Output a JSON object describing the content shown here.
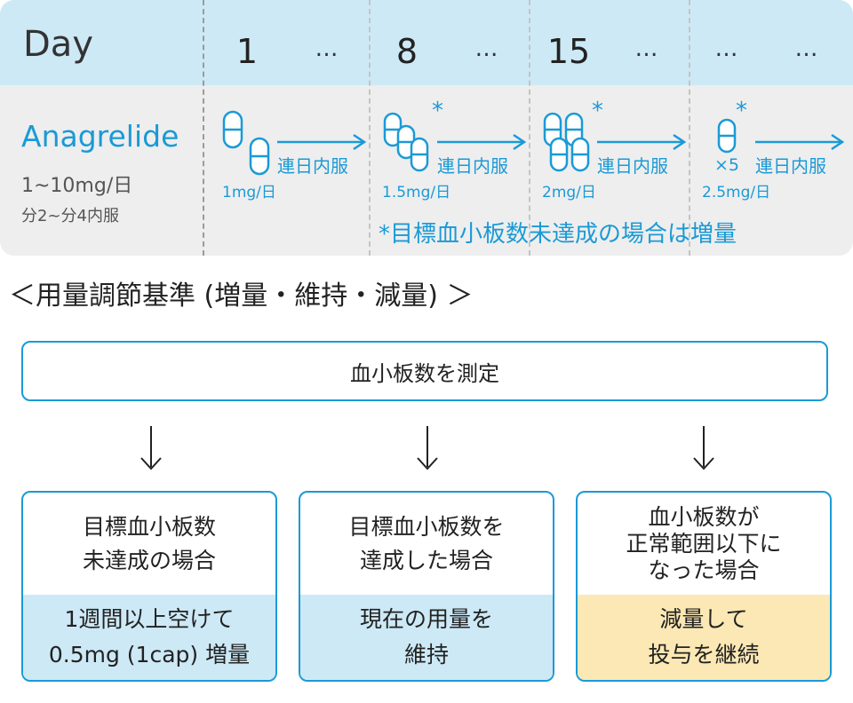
{
  "schedule": {
    "day_label": "Day",
    "days": [
      "1",
      "8",
      "15"
    ],
    "ellipsis": "…",
    "drug": {
      "name": "Anagrelide",
      "dose_range": "1~10mg/日",
      "administration": "分2~分4内服"
    },
    "steps": [
      {
        "capsules": 2,
        "arrow_label": "連日内服",
        "dose": "1mg/日",
        "star": false
      },
      {
        "capsules": 3,
        "arrow_label": "連日内服",
        "dose": "1.5mg/日",
        "star": true
      },
      {
        "capsules": 4,
        "arrow_label": "連日内服",
        "dose": "2mg/日",
        "star": true
      },
      {
        "capsules": 1,
        "arrow_label": "連日内服",
        "dose": "2.5mg/日",
        "star": true,
        "multiplier": "×5"
      }
    ],
    "star_mark": "*",
    "footnote": "*目標血小板数未達成の場合は増量"
  },
  "criteria": {
    "title": "＜用量調節基準 (増量・維持・減量) ＞",
    "measure": "血小板数を測定",
    "down_arrow": "↓",
    "cards": [
      {
        "condition": [
          "目標血小板数",
          "未達成の場合"
        ],
        "action": [
          "1週間以上空けて",
          "0.5mg (1cap) 増量"
        ],
        "color": "#cde9f6"
      },
      {
        "condition": [
          "目標血小板数を",
          "達成した場合"
        ],
        "action": [
          "現在の用量を",
          "維持"
        ],
        "color": "#cde9f6"
      },
      {
        "condition": [
          "血小板数が",
          "正常範囲以下に",
          "なった場合"
        ],
        "action": [
          "減量して",
          "投与を継続"
        ],
        "color": "#fbe8b4"
      }
    ]
  },
  "colors": {
    "accent": "#1a9ad6",
    "header_bg": "#cde9f6",
    "panel_bg": "#eeeeee",
    "decrease_bg": "#fbe8b4"
  }
}
